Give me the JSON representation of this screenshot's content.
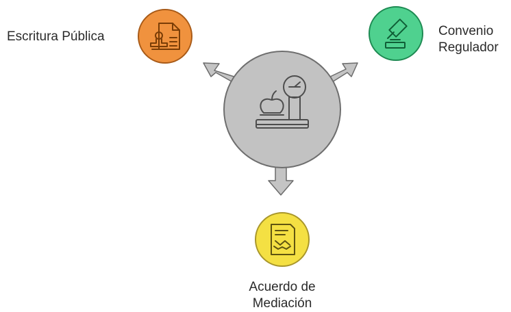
{
  "diagram": {
    "center": {
      "icon": "scale-balance-icon",
      "fill_color": "#bfbfbf",
      "stroke_color": "#666666"
    },
    "nodes": [
      {
        "label": "Escritura Pública",
        "icon": "notary-document-stamp-icon",
        "color": "#f0923e"
      },
      {
        "label_line1": "Convenio",
        "label_line2": "Regulador",
        "icon": "gavel-icon",
        "color": "#4fd18f"
      },
      {
        "label_line1": "Acuerdo de",
        "label_line2": "Mediación",
        "icon": "agreement-handshake-icon",
        "color": "#f4e043"
      }
    ]
  }
}
